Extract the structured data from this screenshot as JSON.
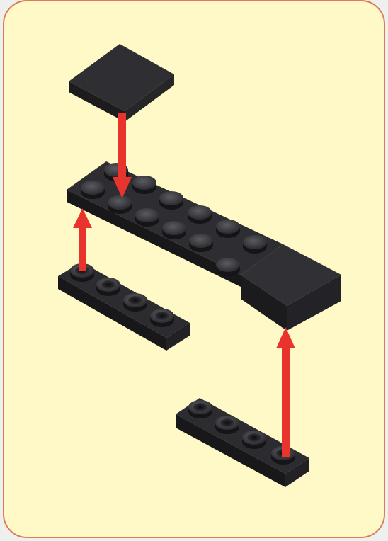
{
  "colors": {
    "card_background": "#fff9c8",
    "card_border": "#e07a5c",
    "page_background": "#eef0ee",
    "brick": "#2a2a2e",
    "arrow": "#e8342c"
  },
  "diagram": {
    "step_parts": [
      {
        "part": "tile-2x2",
        "studs": 0
      },
      {
        "part": "plate-2x8",
        "studs": 12,
        "tile": "tile-2x2"
      },
      {
        "part": "plate-1x4",
        "studs": 4
      },
      {
        "part": "plate-1x4",
        "studs": 4
      }
    ],
    "arrows": 3
  }
}
